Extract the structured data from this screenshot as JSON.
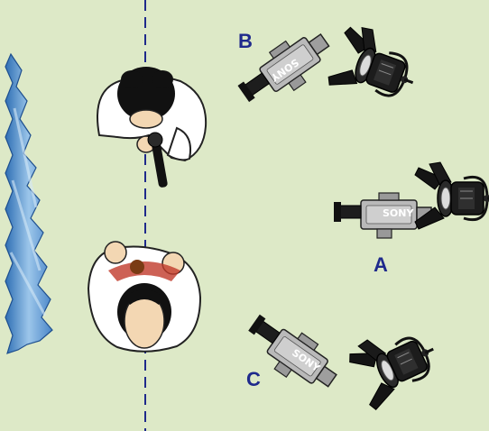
{
  "labels": {
    "cam_a": "A",
    "cam_b": "B",
    "cam_c": "C"
  },
  "brand": "SONY",
  "colors": {
    "background": "#dde9c7",
    "axis_line": "#1f2a8c",
    "label": "#1f2a8c",
    "camera_body": "#b8b8b8",
    "light": "#1a1a1a",
    "backdrop": "#4a86c8"
  },
  "icons": [
    "backdrop-curtain-icon",
    "interviewer-top-view-icon",
    "interviewee-top-view-icon",
    "video-camera-icon",
    "studio-light-icon",
    "microphone-icon"
  ]
}
